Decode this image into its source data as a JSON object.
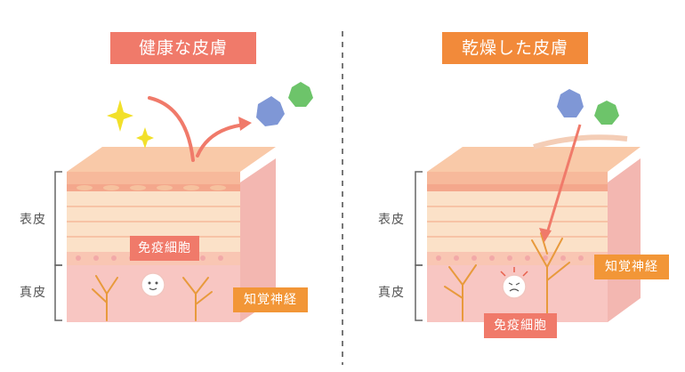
{
  "healthy": {
    "title": "健康な皮膚",
    "epidermis_label": "表皮",
    "dermis_label": "真皮",
    "immune_label": "免疫細胞",
    "nerve_label": "知覚神経"
  },
  "dry": {
    "title": "乾燥した皮膚",
    "epidermis_label": "表皮",
    "dermis_label": "真皮",
    "immune_label": "免疫細胞",
    "nerve_label": "知覚神経"
  },
  "colors": {
    "healthy_title": "#f07a6a",
    "dry_title": "#f28a3a",
    "tag_orange": "#f29637",
    "dermis": "#f8c6c2",
    "epidermis": "#fbd9c0",
    "nerve": "#e89a3c",
    "arrow": "#f07a6a"
  }
}
